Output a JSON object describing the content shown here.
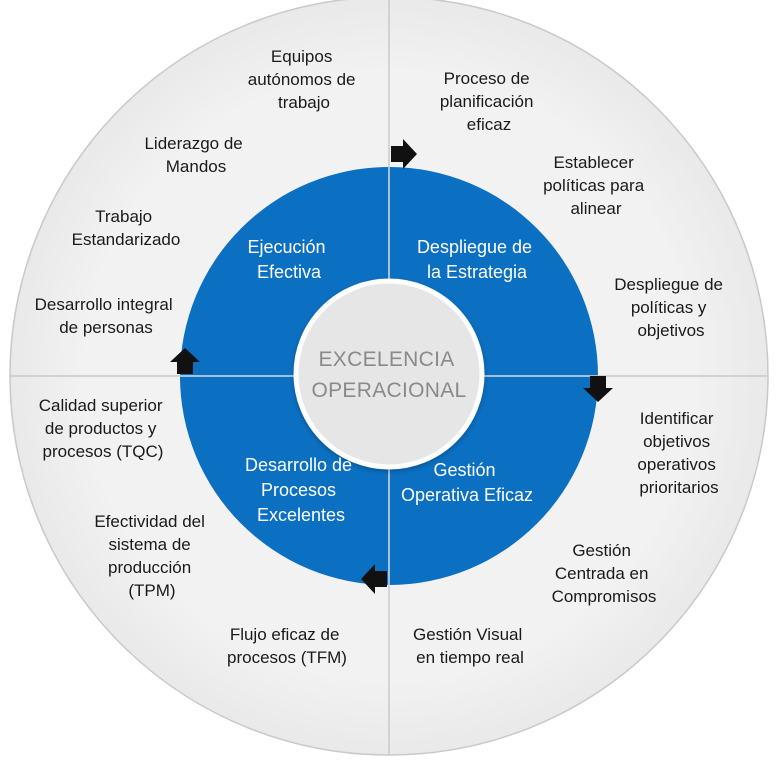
{
  "center": {
    "lines": [
      "EXCELENCIA",
      "OPERACIONAL"
    ]
  },
  "quadrants": {
    "ejecucion": {
      "lines": [
        "Ejecución",
        "Efectiva"
      ]
    },
    "despliegue": {
      "lines": [
        "Despliegue de",
        "la Estrategia"
      ]
    },
    "desarrollo": {
      "lines": [
        "Desarrollo de",
        "Procesos",
        "Excelentes"
      ]
    },
    "gestion": {
      "lines": [
        "Gestión",
        "Operativa Eficaz"
      ]
    }
  },
  "outer_items": {
    "equipos": {
      "lines": [
        "Equipos",
        "autónomos de",
        "trabajo"
      ]
    },
    "liderazgo": {
      "lines": [
        "Liderazgo de",
        "Mandos"
      ]
    },
    "trabajo": {
      "lines": [
        "Trabajo",
        "Estandarizado"
      ]
    },
    "desarrollo_personas": {
      "lines": [
        "Desarrollo integral",
        "de personas"
      ]
    },
    "proceso_planificacion": {
      "lines": [
        "Proceso de",
        "planificación",
        "eficaz"
      ]
    },
    "establecer_politicas": {
      "lines": [
        "Establecer",
        "políticas para",
        "alinear"
      ]
    },
    "despliegue_politicas": {
      "lines": [
        "Despliegue de",
        "políticas y",
        "objetivos"
      ]
    },
    "calidad": {
      "lines": [
        "Calidad superior",
        "de productos y",
        "procesos (TQC)"
      ]
    },
    "efectividad": {
      "lines": [
        "Efectividad del",
        "sistema de",
        "producción",
        "(TPM)"
      ]
    },
    "flujo": {
      "lines": [
        "Flujo eficaz de",
        "procesos (TFM)"
      ]
    },
    "identificar": {
      "lines": [
        "Identificar",
        "objetivos",
        "operativos",
        "prioritarios"
      ]
    },
    "gestion_compromisos": {
      "lines": [
        "Gestión",
        "Centrada en",
        "Compromisos"
      ]
    },
    "gestion_visual": {
      "lines": [
        "Gestión Visual",
        "en tiempo real"
      ]
    }
  },
  "colors": {
    "outer_fill": "#f2f2f2",
    "outer_stroke": "#c9c9c9",
    "ring_fill": "#0b6fc2",
    "center_fill": "#e6e6e6",
    "center_stroke": "#ffffff",
    "arrow_fill": "#111111"
  },
  "arrows": [
    {
      "name": "arrow-right-icon",
      "direction": "right"
    },
    {
      "name": "arrow-down-icon",
      "direction": "down"
    },
    {
      "name": "arrow-left-icon",
      "direction": "left"
    },
    {
      "name": "arrow-up-icon",
      "direction": "up"
    }
  ]
}
